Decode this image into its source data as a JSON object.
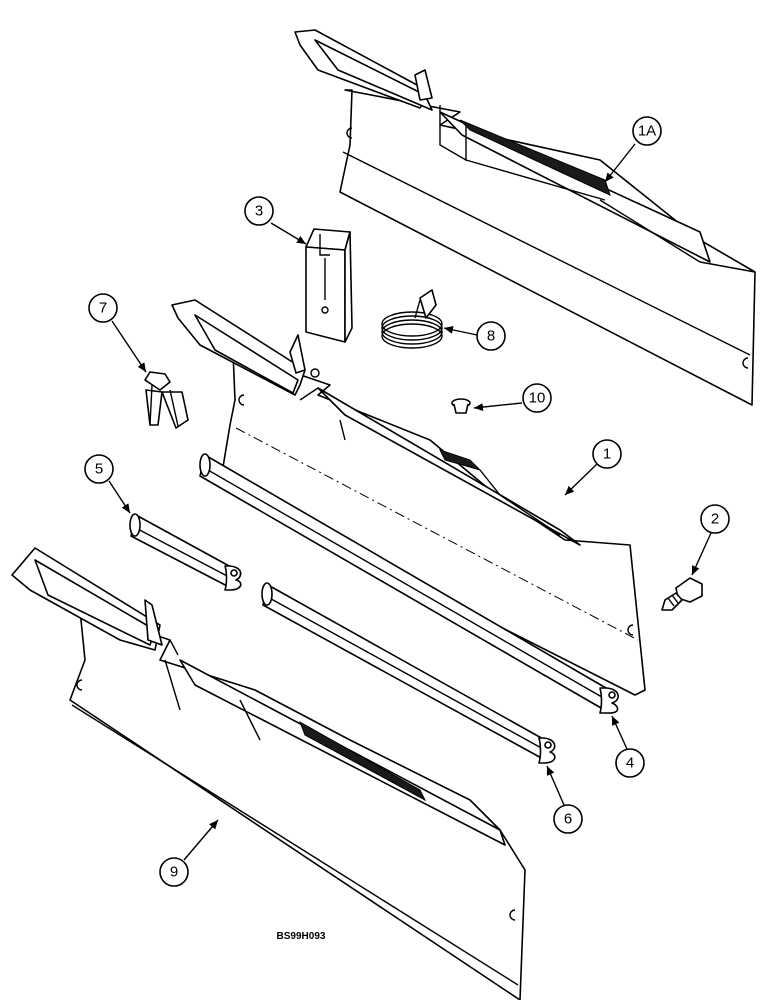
{
  "callouts": [
    {
      "id": "callout-1a",
      "label": "1A"
    },
    {
      "id": "callout-3",
      "label": "3"
    },
    {
      "id": "callout-8",
      "label": "8"
    },
    {
      "id": "callout-7",
      "label": "7"
    },
    {
      "id": "callout-10",
      "label": "10"
    },
    {
      "id": "callout-1",
      "label": "1"
    },
    {
      "id": "callout-5",
      "label": "5"
    },
    {
      "id": "callout-2",
      "label": "2"
    },
    {
      "id": "callout-4",
      "label": "4"
    },
    {
      "id": "callout-6",
      "label": "6"
    },
    {
      "id": "callout-9",
      "label": "9"
    }
  ],
  "figure_code": "BS99H093"
}
